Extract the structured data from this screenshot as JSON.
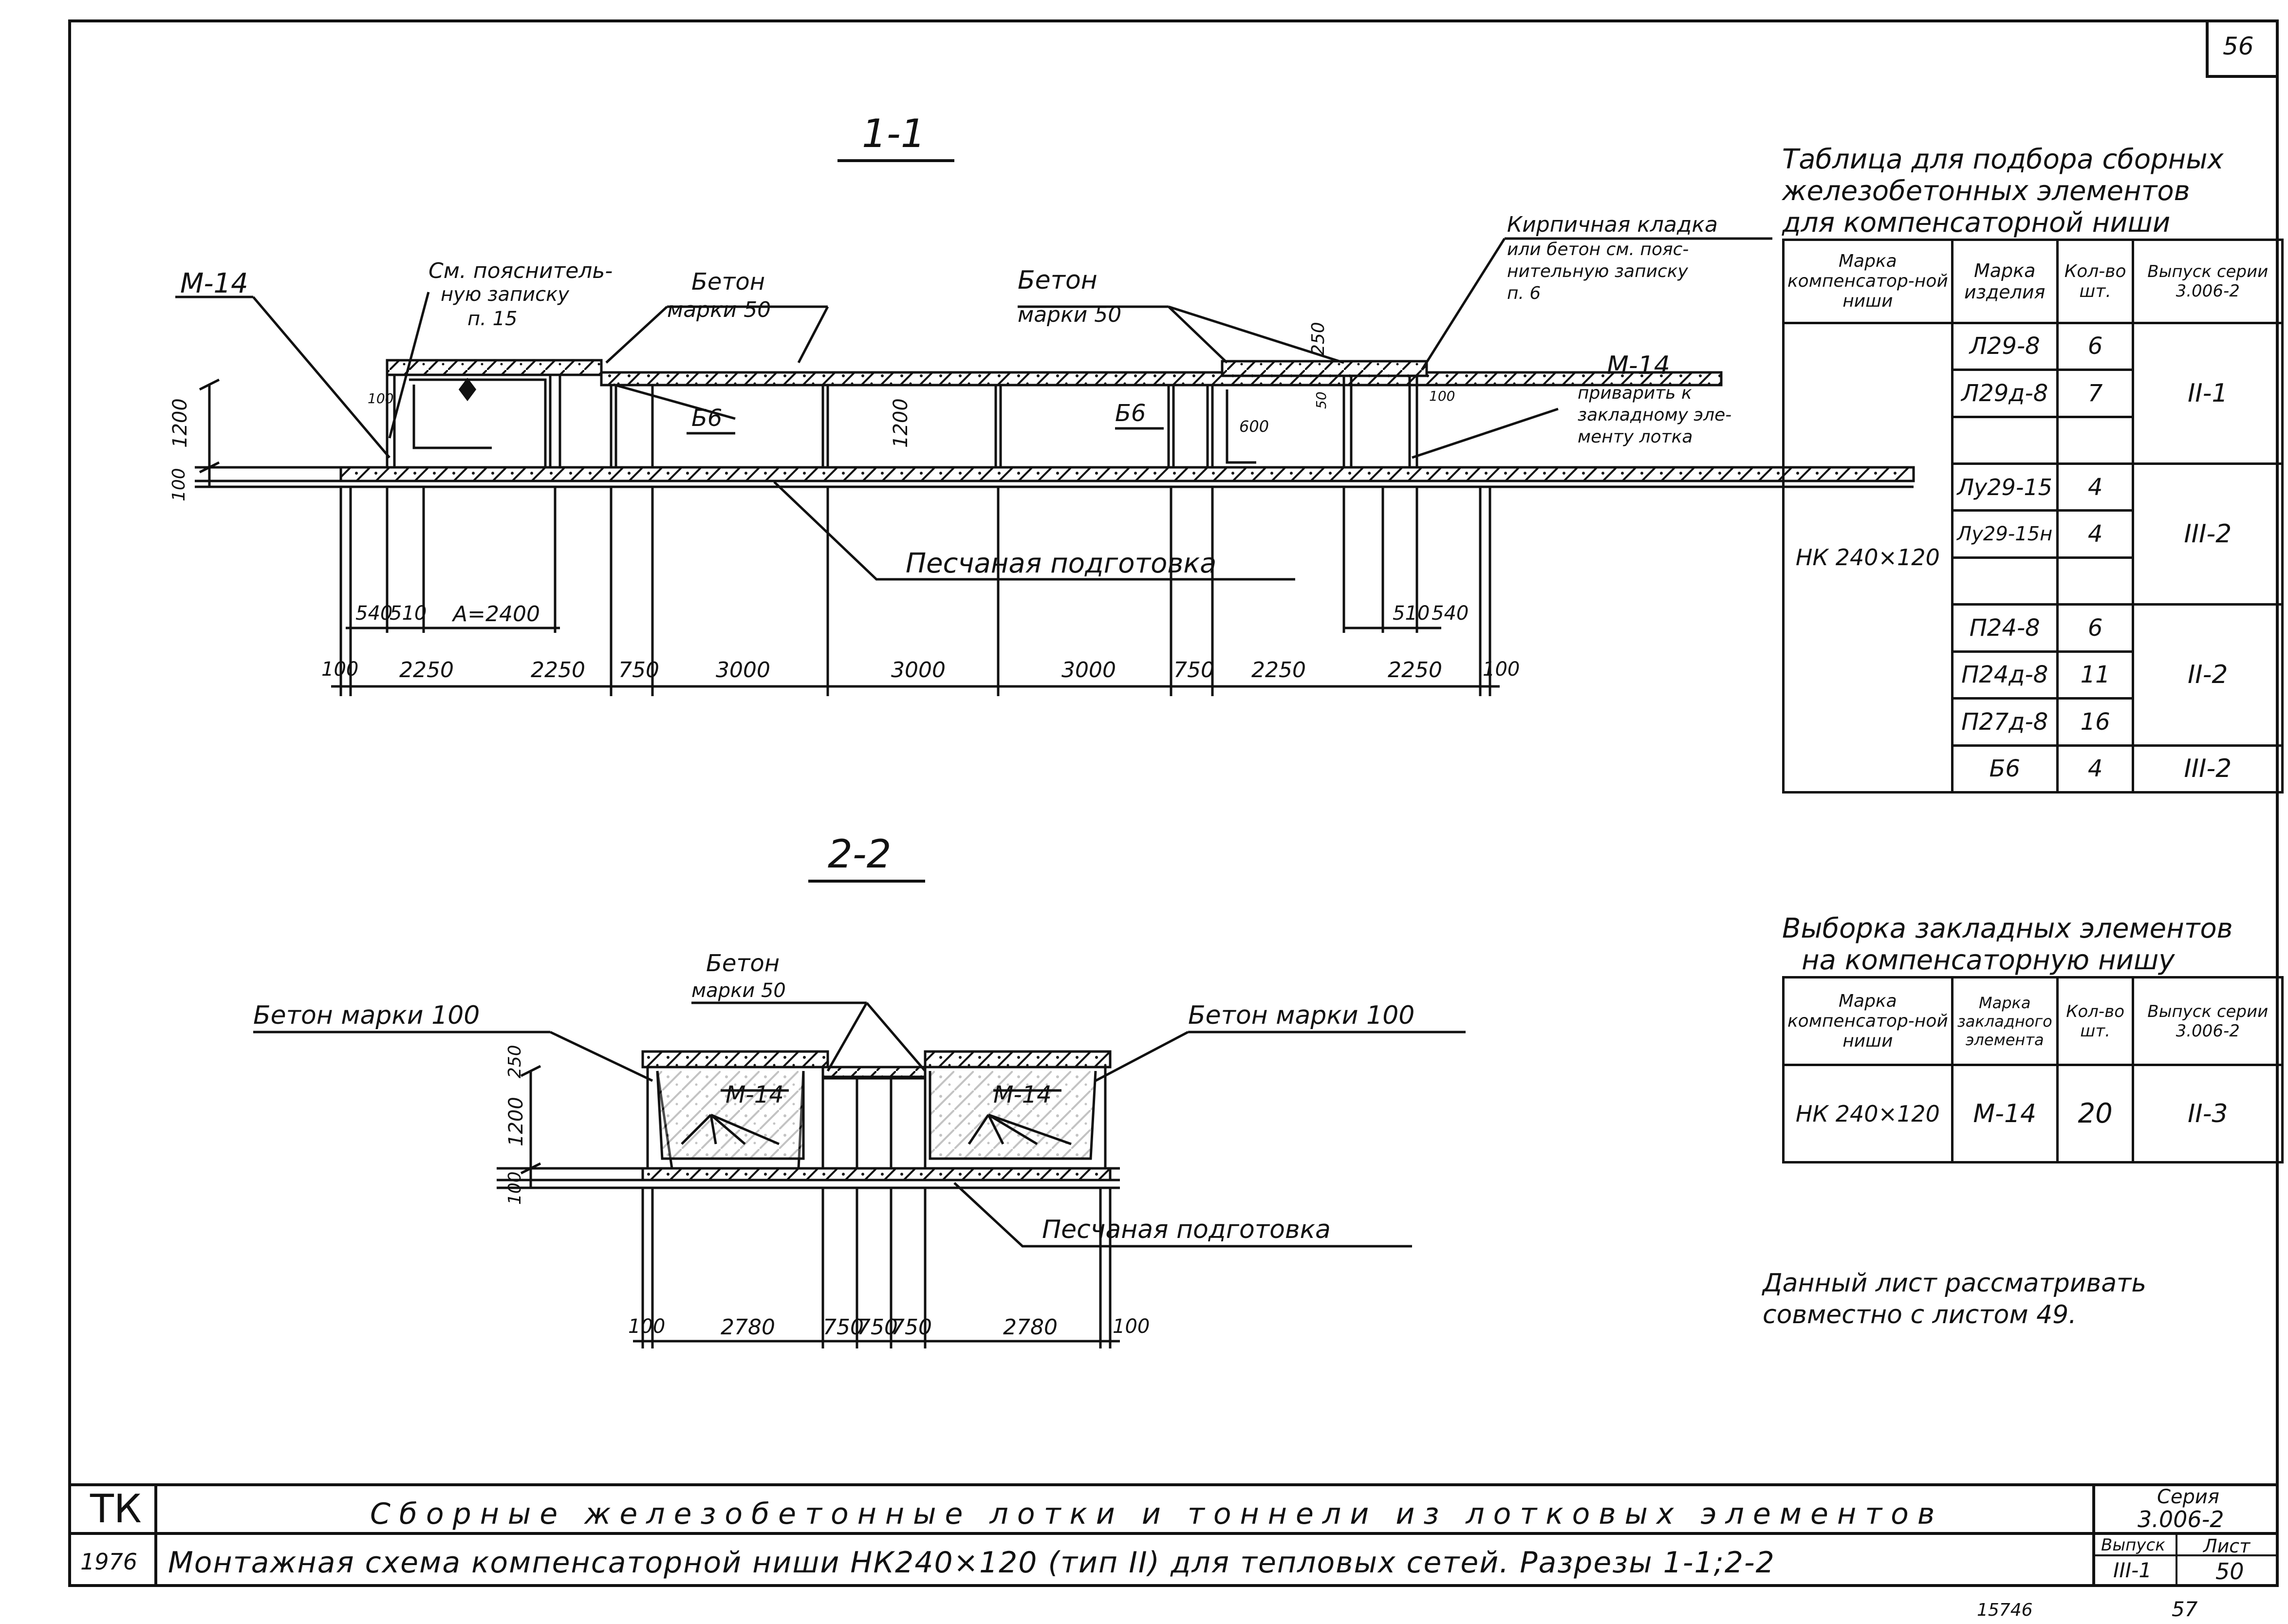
{
  "page_number_top": "56",
  "page_number_bottom": "57",
  "bottom_stamp": "15746",
  "section_1": {
    "heading": "1-1",
    "labels": {
      "m14_left": "М-14",
      "see_note": "См. пояснитель-",
      "see_note_2": "ную записку",
      "see_note_3": "п. 15",
      "beton_1": "Бетон",
      "beton_1_grade": "марки 50",
      "beton_2": "Бетон",
      "beton_2_grade": "марки 50",
      "brick_1": "Кирпичная кладка",
      "brick_2": "или бетон см. пояс-",
      "brick_3": "нительную записку",
      "brick_4": "п. 6",
      "m14_right": "М-14",
      "weld_1": "приварить к",
      "weld_2": "закладному эле-",
      "weld_3": "менту лотка",
      "b6_left": "Б6",
      "b6_right": "Б6",
      "sand": "Песчаная подготовка",
      "dim_1200_left": "1200",
      "dim_100_left": "100",
      "dim_100_top_l": "100",
      "dim_1200_mid": "1200",
      "dim_250": "250",
      "dim_50": "50",
      "dim_600": "600",
      "dim_100_top_r": "100",
      "dim_540_l": "540",
      "dim_510_l": "510",
      "dim_a": "А=2400",
      "dim_510_r": "510",
      "dim_540_r": "540"
    },
    "bottom_dims": [
      "100",
      "2250",
      "2250",
      "750",
      "3000",
      "3000",
      "3000",
      "750",
      "2250",
      "2250",
      "100"
    ]
  },
  "section_2": {
    "heading": "2-2",
    "labels": {
      "beton_top": "Бетон",
      "beton_top_grade": "марки 50",
      "beton_left": "Бетон марки 100",
      "beton_right": "Бетон марки 100",
      "m14_a": "М-14",
      "m14_b": "М-14",
      "sand": "Песчаная подготовка",
      "dim_250": "250",
      "dim_1200": "1200",
      "dim_100": "100"
    },
    "bottom_dims": [
      "100",
      "2780",
      "750",
      "750",
      "750",
      "2780",
      "100"
    ]
  },
  "table_1": {
    "title_1": "Таблица для подбора сборных",
    "title_2": "железобетонных элементов",
    "title_3": "для компенсаторной ниши",
    "headers": [
      "Марка компенсатор-ной ниши",
      "Марка изделия",
      "Кол-во шт.",
      "Выпуск серии 3.006-2"
    ],
    "niche_mark": "НК 240×120",
    "rows": [
      {
        "item": "Л29-8",
        "qty": "6"
      },
      {
        "item": "Л29д-8",
        "qty": "7"
      },
      {
        "item": "",
        "qty": ""
      },
      {
        "item": "Лу29-15",
        "qty": "4"
      },
      {
        "item": "Лу29-15н",
        "qty": "4"
      },
      {
        "item": "",
        "qty": ""
      },
      {
        "item": "П24-8",
        "qty": "6"
      },
      {
        "item": "П24д-8",
        "qty": "11"
      },
      {
        "item": "П27д-8",
        "qty": "16"
      },
      {
        "item": "Б6",
        "qty": "4"
      }
    ],
    "issues": [
      "II-1",
      "III-2",
      "II-2",
      "III-2"
    ]
  },
  "table_2": {
    "title_1": "Выборка закладных элементов",
    "title_2": "на компенсаторную нишу",
    "headers": [
      "Марка компенсатор-ной ниши",
      "Марка закладного элемента",
      "Кол-во шт.",
      "Выпуск серии 3.006-2"
    ],
    "row": {
      "niche": "НК 240×120",
      "elem": "М-14",
      "qty": "20",
      "issue": "II-3"
    }
  },
  "note_1": "Данный лист рассматривать",
  "note_2": "совместно с листом 49.",
  "title_block": {
    "code": "ТК",
    "year": "1976",
    "line_1": "Сборные железобетонные лотки и тоннели из лотковых элементов",
    "line_2": "Монтажная схема компенсаторной ниши НК240×120 (тип II) для тепловых сетей. Разрезы 1-1;2-2",
    "series_label": "Серия",
    "series": "3.006-2",
    "issue_label": "Выпуск",
    "issue": "III-1",
    "sheet_label": "Лист",
    "sheet": "50"
  }
}
